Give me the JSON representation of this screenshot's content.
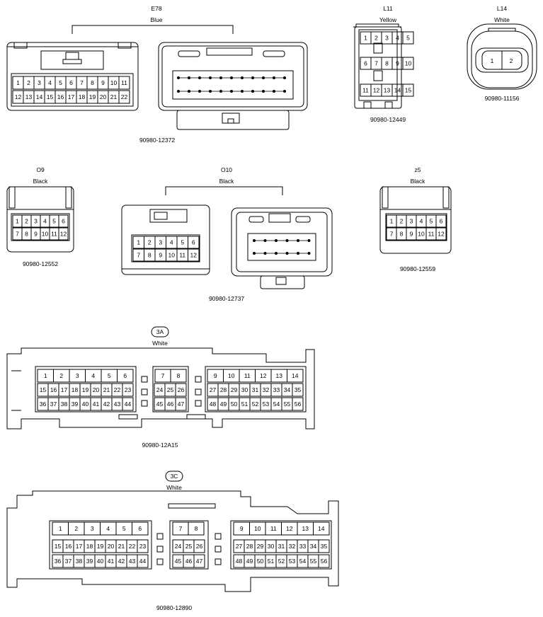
{
  "connectors": {
    "e78": {
      "id": "E78",
      "color": "Blue",
      "part": "90980-12372",
      "row1": [
        "1",
        "2",
        "3",
        "4",
        "5",
        "6",
        "7",
        "8",
        "9",
        "10",
        "11"
      ],
      "row2": [
        "12",
        "13",
        "14",
        "15",
        "16",
        "17",
        "18",
        "19",
        "20",
        "21",
        "22"
      ]
    },
    "l11": {
      "id": "L11",
      "color": "Yellow",
      "part": "90980-12449",
      "row1": [
        "1",
        "2",
        "3",
        "4",
        "5"
      ],
      "row2": [
        "6",
        "7",
        "8",
        "9",
        "10"
      ],
      "row3": [
        "11",
        "12",
        "13",
        "14",
        "15"
      ]
    },
    "l14": {
      "id": "L14",
      "color": "White",
      "part": "90980-11156",
      "pins": [
        "1",
        "2"
      ]
    },
    "o9": {
      "id": "O9",
      "color": "Black",
      "part": "90980-12552",
      "row1": [
        "1",
        "2",
        "3",
        "4",
        "5",
        "6"
      ],
      "row2": [
        "7",
        "8",
        "9",
        "10",
        "11",
        "12"
      ]
    },
    "o10": {
      "id": "O10",
      "color": "Black",
      "part": "90980-12737",
      "row1": [
        "1",
        "2",
        "3",
        "4",
        "5",
        "6"
      ],
      "row2": [
        "7",
        "8",
        "9",
        "10",
        "11",
        "12"
      ]
    },
    "z5": {
      "id": "z5",
      "color": "Black",
      "part": "90980-12559",
      "row1": [
        "1",
        "2",
        "3",
        "4",
        "5",
        "6"
      ],
      "row2": [
        "7",
        "8",
        "9",
        "10",
        "11",
        "12"
      ]
    },
    "c3a": {
      "id": "3A",
      "color": "White",
      "part": "90980-12A15",
      "a_row1": [
        "1",
        "2",
        "3",
        "4",
        "5",
        "6"
      ],
      "a_row2": [
        "15",
        "16",
        "17",
        "18",
        "19",
        "20",
        "21",
        "22",
        "23"
      ],
      "a_row3": [
        "36",
        "37",
        "38",
        "39",
        "40",
        "41",
        "42",
        "43",
        "44"
      ],
      "b_row1": [
        "7",
        "8"
      ],
      "b_row2": [
        "24",
        "25",
        "26"
      ],
      "b_row3": [
        "45",
        "46",
        "47"
      ],
      "c_row1": [
        "9",
        "10",
        "11",
        "12",
        "13",
        "14"
      ],
      "c_row2": [
        "27",
        "28",
        "29",
        "30",
        "31",
        "32",
        "33",
        "34",
        "35"
      ],
      "c_row3": [
        "48",
        "49",
        "50",
        "51",
        "52",
        "53",
        "54",
        "55",
        "56"
      ]
    },
    "c3c": {
      "id": "3C",
      "color": "White",
      "part": "90980-12890",
      "a_row1": [
        "1",
        "2",
        "3",
        "4",
        "5",
        "6"
      ],
      "a_row2": [
        "15",
        "16",
        "17",
        "18",
        "19",
        "20",
        "21",
        "22",
        "23"
      ],
      "a_row3": [
        "36",
        "37",
        "38",
        "39",
        "40",
        "41",
        "42",
        "43",
        "44"
      ],
      "b_row1": [
        "7",
        "8"
      ],
      "b_row2": [
        "24",
        "25",
        "26"
      ],
      "b_row3": [
        "45",
        "46",
        "47"
      ],
      "c_row1": [
        "9",
        "10",
        "11",
        "12",
        "13",
        "14"
      ],
      "c_row2": [
        "27",
        "28",
        "29",
        "30",
        "31",
        "32",
        "33",
        "34",
        "35"
      ],
      "c_row3": [
        "48",
        "49",
        "50",
        "51",
        "52",
        "53",
        "54",
        "55",
        "56"
      ]
    }
  }
}
